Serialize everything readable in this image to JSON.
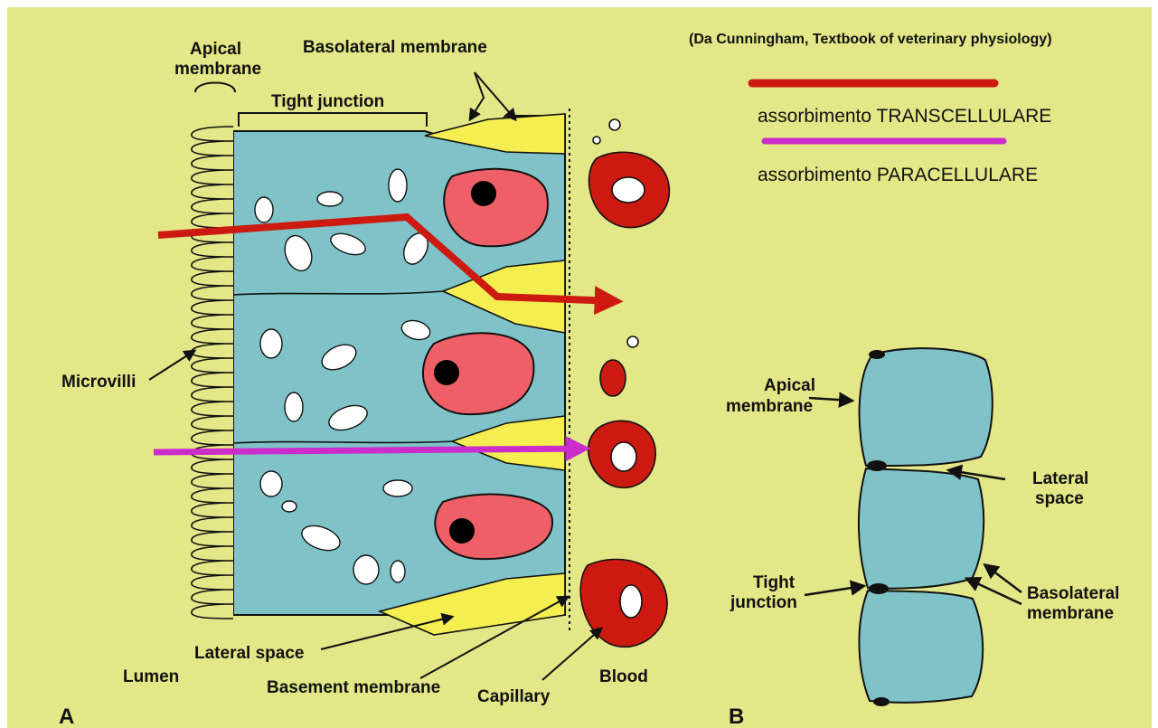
{
  "source_note": "(Da Cunningham, Textbook of veterinary physiology)",
  "legend": {
    "transcellular": "assorbimento TRANSCELLULARE",
    "paracellular": "assorbimento PARACELLULARE"
  },
  "colors": {
    "background": "#e3e787",
    "cell": "#7fc3c8",
    "lateral_space": "#f4ee50",
    "nucleus": "#ee5f68",
    "erythrocyte": "#cc1a10",
    "transcellular_arrow": "#cc1a10",
    "paracellular_arrow": "#cc2ccc"
  },
  "panel_a": {
    "letter": "A",
    "apical_membrane": [
      "Apical",
      "membrane"
    ],
    "basolateral_membrane": "Basolateral membrane",
    "tight_junction": "Tight junction",
    "microvilli": "Microvilli",
    "lateral_space": "Lateral space",
    "lumen": "Lumen",
    "basement_membrane": "Basement membrane",
    "capillary": "Capillary",
    "blood": "Blood"
  },
  "panel_b": {
    "letter": "B",
    "apical_membrane": [
      "Apical",
      "membrane"
    ],
    "lateral_space": [
      "Lateral",
      "space"
    ],
    "tight_junction": [
      "Tight",
      "junction"
    ],
    "basolateral_membrane": [
      "Basolateral",
      "membrane"
    ]
  }
}
